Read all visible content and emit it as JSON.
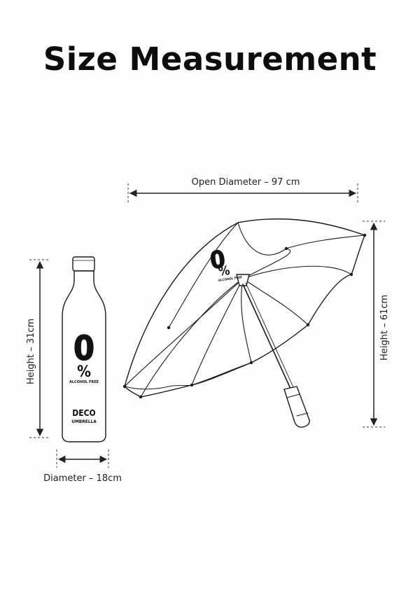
{
  "title": "Size Measurement",
  "open_diameter_label": "Open Diameter – 97 cm",
  "umbrella_height_label": "Height – 61cm",
  "bottle_height_label": "Height – 31cm",
  "bottle_diameter_label": "Diameter – 18cm",
  "bottle": {
    "big_mark": "0%",
    "subtext": "ALCOHOL FREE",
    "brand_line1": "DECO",
    "brand_line2": "UMBRELLA"
  },
  "canopy_print": {
    "big_mark": "0%",
    "subtext": "ALCOHOL FREE"
  }
}
